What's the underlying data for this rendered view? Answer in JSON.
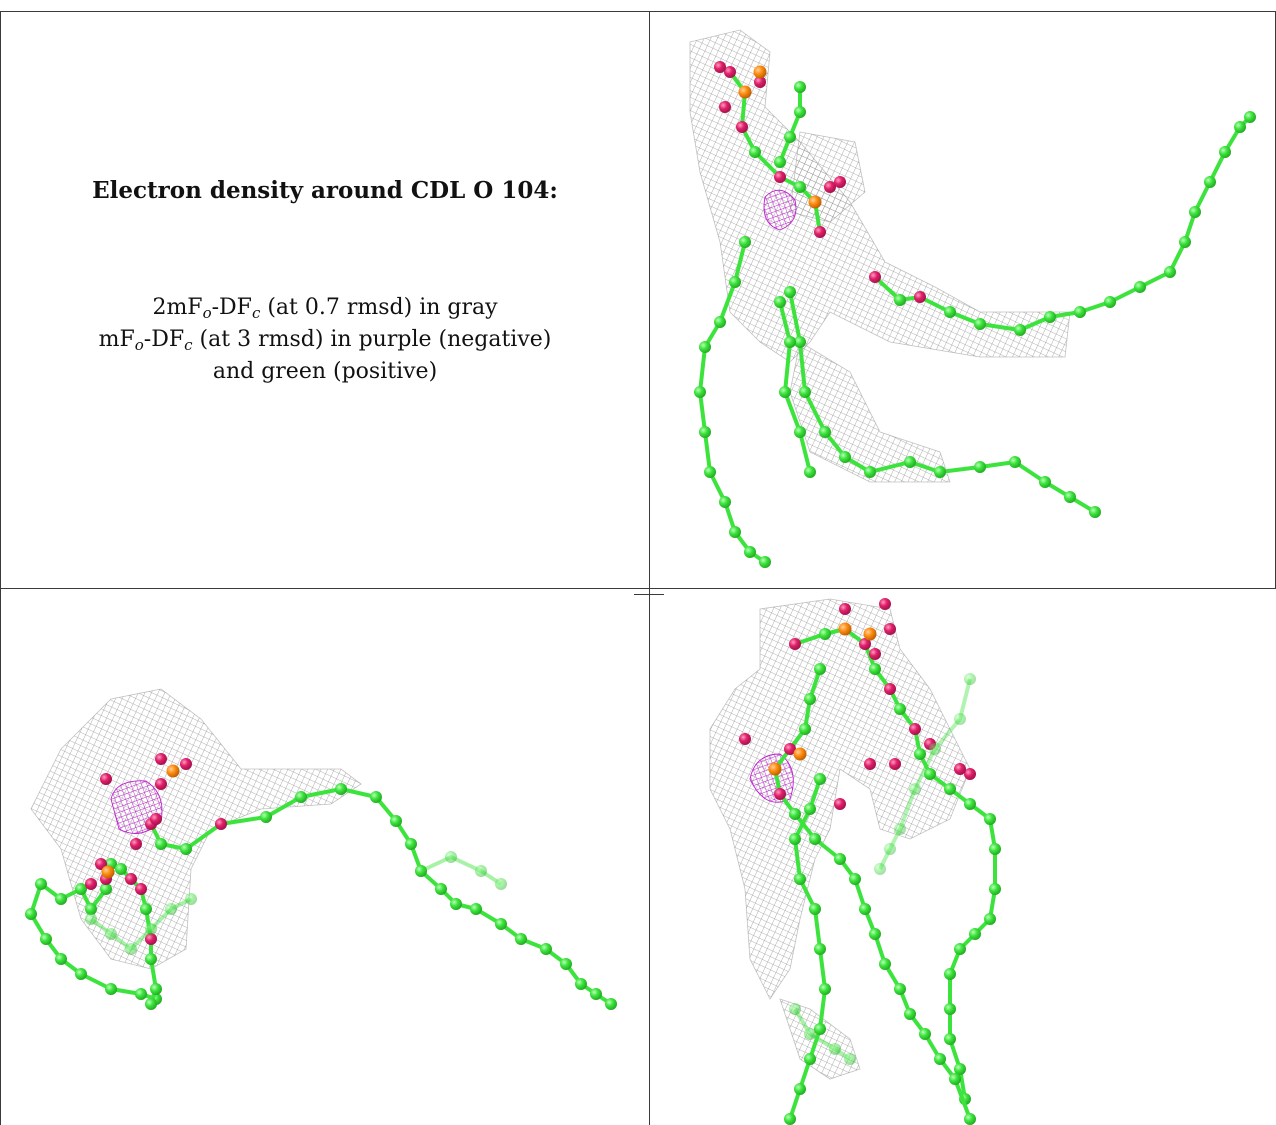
{
  "figure": {
    "title": "Electron density around CDL O 104:",
    "legend": {
      "line1_prefix": "2mF",
      "line1_sub1": "o",
      "line1_mid": "-DF",
      "line1_sub2": "c",
      "line1_suffix": " (at 0.7 rmsd) in gray",
      "line2_prefix": "mF",
      "line2_sub1": "o",
      "line2_mid": "-DF",
      "line2_sub2": "c",
      "line2_suffix": " (at 3 rmsd) in purple (negative)",
      "line3": "and green (positive)"
    }
  },
  "colors": {
    "carbon": "#3de33d",
    "oxygen": "#e0206a",
    "phosphorus": "#ff8c10",
    "mesh_2fofc": "#9a9a9a",
    "mesh_negative": "#c020d0",
    "mesh_positive": "#30c030",
    "border": "#3a3a3a"
  },
  "panels": [
    {
      "view": "top-right"
    },
    {
      "view": "bottom-left"
    },
    {
      "view": "bottom-right"
    }
  ]
}
